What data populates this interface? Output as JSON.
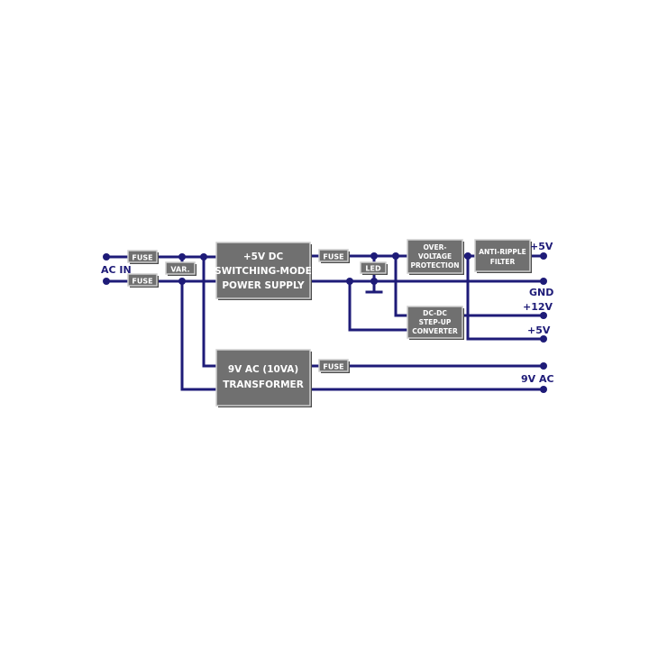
{
  "blocks": {
    "fuse_in_top": "FUSE",
    "fuse_in_bottom": "FUSE",
    "varistor": "VAR.",
    "smps": [
      "+5V DC",
      "SWITCHING-MODE",
      "POWER SUPPLY"
    ],
    "fuse_5v": "FUSE",
    "led": "LED",
    "ovp": [
      "OVER-",
      "VOLTAGE",
      "PROTECTION"
    ],
    "filter": [
      "ANTI-RIPPLE",
      "FILTER"
    ],
    "dcdc": [
      "DC-DC",
      "STEP-UP",
      "CONVERTER"
    ],
    "transformer": [
      "9V AC (10VA)",
      "TRANSFORMER"
    ],
    "fuse_9v": "FUSE"
  },
  "labels": {
    "ac_in": "AC IN",
    "out_5v_top": "+5V",
    "gnd": "GND",
    "out_12v": "+12V",
    "out_5v_bottom": "+5V",
    "out_9vac": "9V AC"
  }
}
